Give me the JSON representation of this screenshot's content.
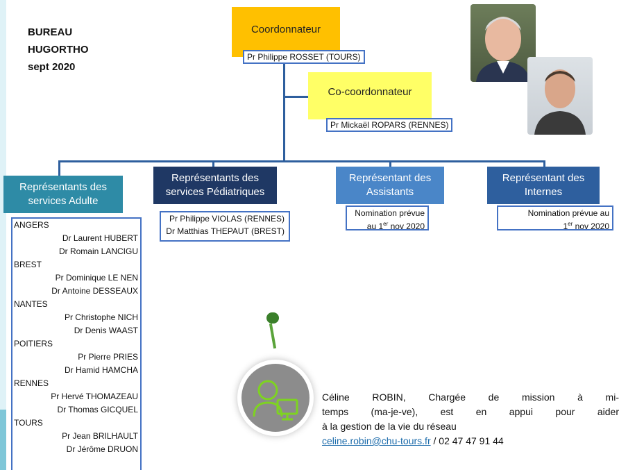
{
  "bureau": {
    "title": "BUREAU\nHUGORTHO\nsept 2020"
  },
  "coordonnateur": {
    "title": "Coordonnateur",
    "name": "Pr Philippe ROSSET (TOURS)"
  },
  "cocoordonnateur": {
    "title": "Co-coordonnateur",
    "name": "Pr Mickaël ROPARS (RENNES)"
  },
  "representants": {
    "adulte": {
      "title": "Représentants des services Adulte"
    },
    "pediatriques": {
      "title": "Représentants des services Pédiatriques",
      "members": [
        "Pr Philippe VIOLAS (RENNES)",
        "Dr Matthias THEPAUT (BREST)"
      ]
    },
    "assistants": {
      "title": "Représentant des Assistants",
      "note_line1": "Nomination prévue",
      "note_line2_pre": "au 1",
      "note_sup": "er",
      "note_line2_post": " nov 2020"
    },
    "internes": {
      "title": "Représentant des Internes",
      "note_line1": "Nomination prévue au",
      "note_line2_pre": "1",
      "note_sup": "er",
      "note_line2_post": " nov 2020"
    }
  },
  "adult_list": [
    {
      "type": "city",
      "text": "ANGERS"
    },
    {
      "type": "doc",
      "text": "Dr Laurent HUBERT"
    },
    {
      "type": "doc",
      "text": "Dr Romain LANCIGU"
    },
    {
      "type": "city",
      "text": "BREST"
    },
    {
      "type": "doc",
      "text": "Pr Dominique LE NEN"
    },
    {
      "type": "doc",
      "text": "Dr Antoine DESSEAUX"
    },
    {
      "type": "city",
      "text": "NANTES"
    },
    {
      "type": "doc",
      "text": "Pr Christophe NICH"
    },
    {
      "type": "doc",
      "text": "Dr Denis WAAST"
    },
    {
      "type": "city",
      "text": "POITIERS"
    },
    {
      "type": "doc",
      "text": "Pr Pierre PRIES"
    },
    {
      "type": "doc",
      "text": "Dr Hamid HAMCHA"
    },
    {
      "type": "city",
      "text": "RENNES"
    },
    {
      "type": "doc",
      "text": "Pr Hervé THOMAZEAU"
    },
    {
      "type": "doc",
      "text": "Dr Thomas GICQUEL"
    },
    {
      "type": "city",
      "text": "TOURS"
    },
    {
      "type": "doc",
      "text": "Pr Jean BRILHAULT"
    },
    {
      "type": "doc",
      "text": "Dr Jérôme DRUON"
    }
  ],
  "contact": {
    "line1": "Céline ROBIN, Chargée de mission à mi-",
    "line2": "temps (ma-je-ve), est en appui pour aider",
    "line3": "à la gestion de la vie du réseau",
    "email": "celine.robin@chu-tours.fr",
    "phone_sep": " / 02 47 47 91 44"
  },
  "colors": {
    "coordonnateur": "#ffc000",
    "cocoordonnateur": "#ffff66",
    "adulte": "#2e8ba6",
    "pediatriques": "#1f3864",
    "assistants": "#4a86c8",
    "internes": "#2e5f9e",
    "connector": "#2e5f9e",
    "box_border": "#4472c4"
  },
  "icons": [
    "pushpin-icon",
    "person-computer-icon"
  ]
}
